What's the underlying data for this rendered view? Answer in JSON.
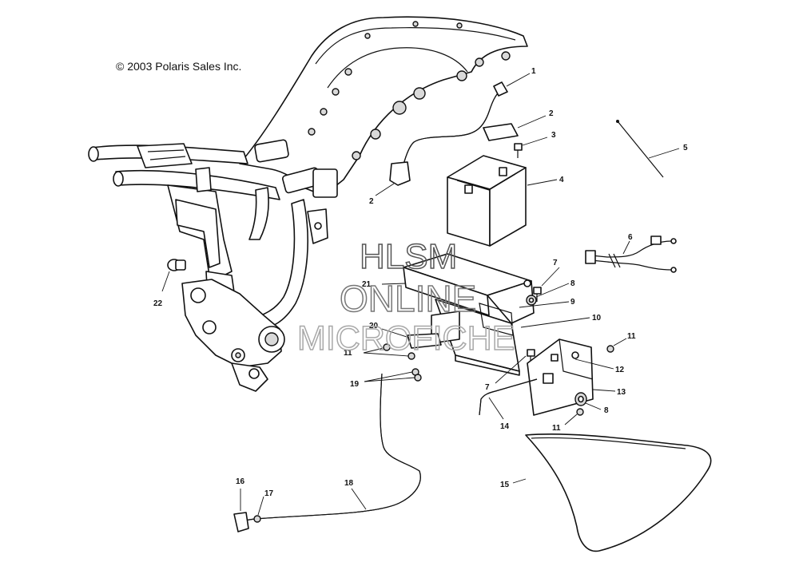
{
  "copyright": "© 2003 Polaris Sales Inc.",
  "watermark": [
    "HLSM",
    "ONLINE",
    "MICROFICHE"
  ],
  "colors": {
    "line": "#111111",
    "watermark": "#8a8a8a",
    "fill_grey": "#d9d9d9"
  },
  "callouts": {
    "c1": "1",
    "c2a": "2",
    "c2b": "2",
    "c3": "3",
    "c4": "4",
    "c5": "5",
    "c6": "6",
    "c7a": "7",
    "c7b": "7",
    "c8a": "8",
    "c8b": "8",
    "c9": "9",
    "c10": "10",
    "c11a": "11",
    "c11b": "11",
    "c11c": "11",
    "c12": "12",
    "c13": "13",
    "c14": "14",
    "c15": "15",
    "c16": "16",
    "c17": "17",
    "c18": "18",
    "c19": "19",
    "c20": "20",
    "c21": "21",
    "c22": "22"
  }
}
